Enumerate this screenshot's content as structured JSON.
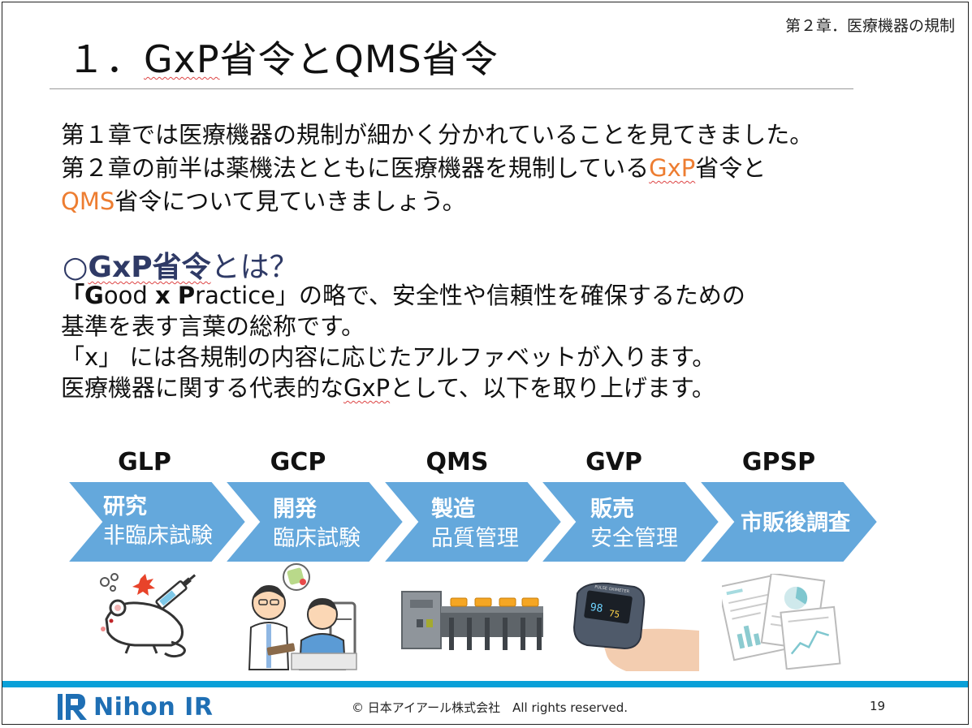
{
  "header": {
    "chapter": "第２章．医療機器の規制",
    "title_prefix": "１．",
    "title_gxp": "GxP",
    "title_mid": "省令と",
    "title_qms": "QMS",
    "title_suffix": "省令"
  },
  "intro": {
    "line1": "第１章では医療機器の規制が細かく分かれていることを見てきました。",
    "line2_pre": "第２章の前半は薬機法とともに医療機器を規制している",
    "line2_gxp": "GxP",
    "line2_post": "省令と",
    "line3_qms": "QMS",
    "line3_post": "省令について見ていきましょう。"
  },
  "gxp_section": {
    "heading_bullet": "○",
    "heading_bold": "GxP省令",
    "heading_rest": "とは？",
    "def_line1_open": "「",
    "def_line1_g": "G",
    "def_line1_ood": "ood ",
    "def_line1_x": "x",
    "def_line1_sp": " ",
    "def_line1_p": "P",
    "def_line1_ractice": "ractice",
    "def_line1_rest": "」の略で、安全性や信頼性を確保するための",
    "def_line2": "基準を表す言葉の総称です。",
    "def_line3": "「x」 には各規制の内容に応じたアルファベットが入ります。",
    "def_line4_pre": "医療機器に関する代表的な",
    "def_line4_gxp": "GxP",
    "def_line4_post": "として、以下を取り上げます。"
  },
  "stages": [
    {
      "label": "GLP",
      "line1": "研究",
      "line2": "非臨床試験"
    },
    {
      "label": "GCP",
      "line1": "開発",
      "line2": "臨床試験"
    },
    {
      "label": "QMS",
      "line1": "製造",
      "line2": "品質管理"
    },
    {
      "label": "GVP",
      "line1": "販売",
      "line2": "安全管理"
    },
    {
      "label": "GPSP",
      "line1": "市販後調査",
      "line2": ""
    }
  ],
  "illustrations": [
    "lab-mouse-syringe",
    "doctor-patient",
    "factory-conveyor",
    "pulse-oximeter",
    "report-documents"
  ],
  "pulse_oximeter_screen": {
    "label": "PULSE OXIMETER",
    "spo2": "98",
    "pulse": "75"
  },
  "footer": {
    "logo_text": "Nihon IR",
    "copyright": "© 日本アイアール株式会社　All rights reserved.",
    "page_number": "19"
  },
  "colors": {
    "accent_orange": "#ed7d31",
    "heading_navy": "#2f3a66",
    "arrow_blue": "#64a8dc",
    "band_blue": "#0aa0d8",
    "logo_blue": "#1f6fb4"
  }
}
